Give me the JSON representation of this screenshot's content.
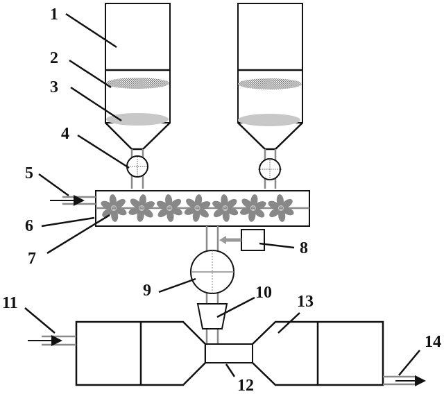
{
  "diagram": {
    "type": "technical-schematic",
    "labels": [
      {
        "id": "1",
        "text": "1"
      },
      {
        "id": "2",
        "text": "2"
      },
      {
        "id": "3",
        "text": "3"
      },
      {
        "id": "4",
        "text": "4"
      },
      {
        "id": "5",
        "text": "5"
      },
      {
        "id": "6",
        "text": "6"
      },
      {
        "id": "7",
        "text": "7"
      },
      {
        "id": "8",
        "text": "8"
      },
      {
        "id": "9",
        "text": "9"
      },
      {
        "id": "10",
        "text": "10"
      },
      {
        "id": "11",
        "text": "11"
      },
      {
        "id": "12",
        "text": "12"
      },
      {
        "id": "13",
        "text": "13"
      },
      {
        "id": "14",
        "text": "14"
      }
    ],
    "components": {
      "hoppers": 2,
      "valves_under_hoppers": 2,
      "fan_blades_in_mixer": 7,
      "colors": {
        "line": "#111111",
        "pipe": "#8a8a8a",
        "fill_gray": "#888888",
        "powder": "#c8c8c8"
      }
    }
  }
}
